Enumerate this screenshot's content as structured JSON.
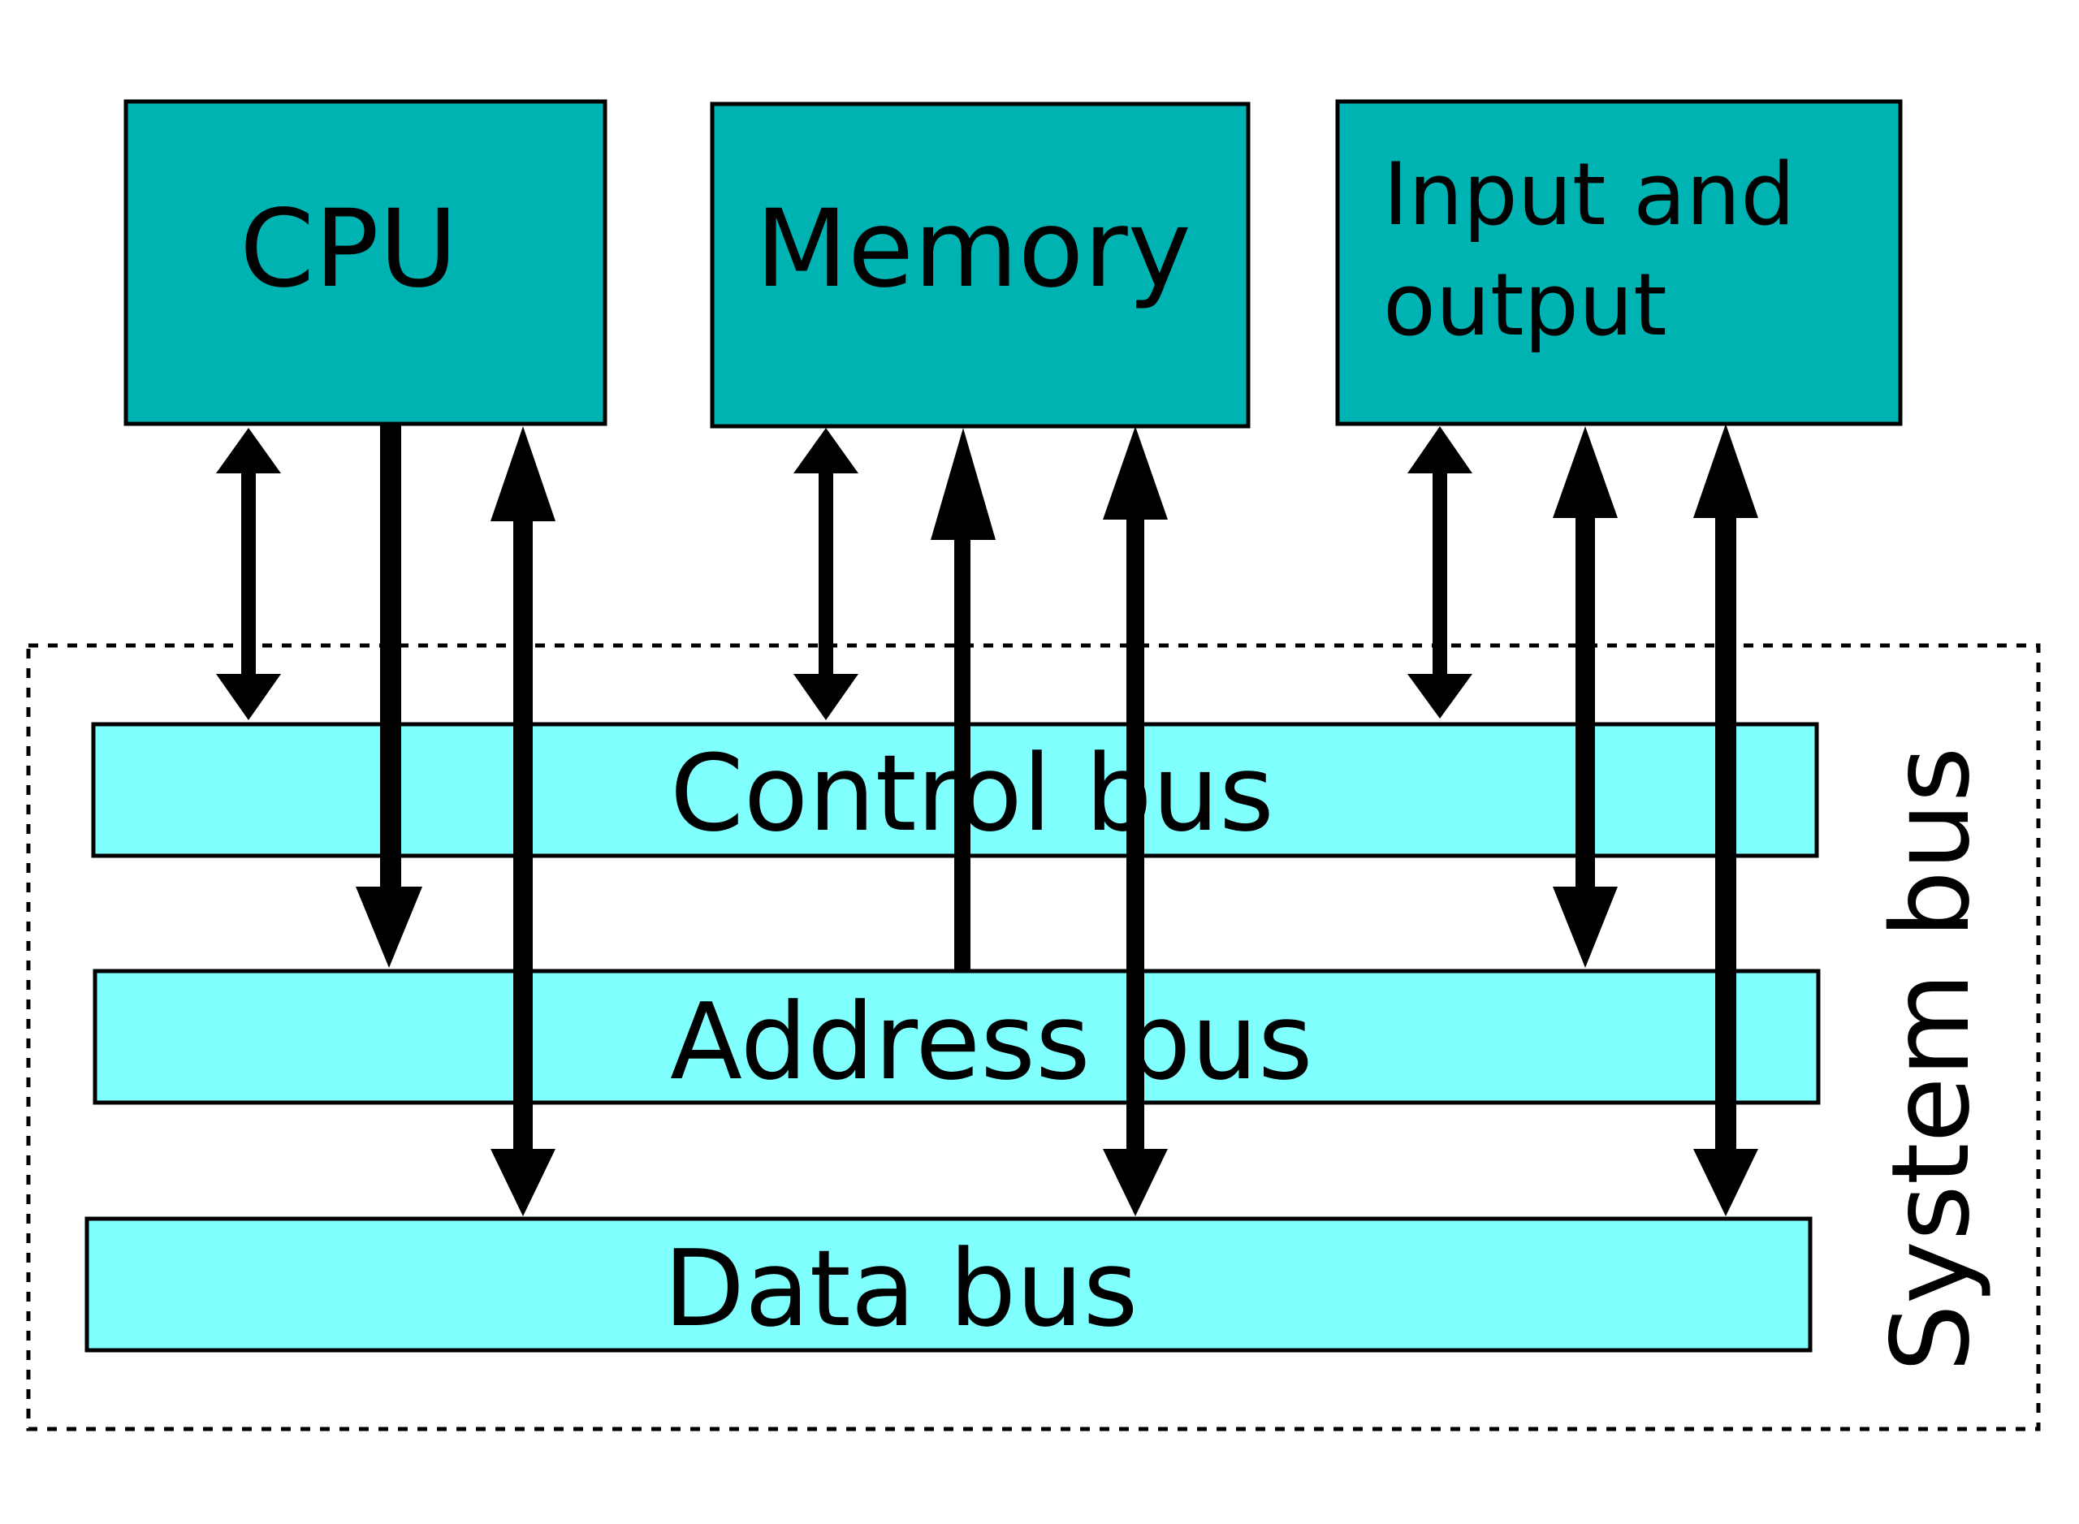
{
  "colors": {
    "component_fill": "#00b3b3",
    "bus_fill": "#80ffff",
    "stroke": "#000000",
    "background": "#ffffff"
  },
  "components": {
    "cpu": "CPU",
    "memory": "Memory",
    "io_line1": "Input and",
    "io_line2": "output"
  },
  "buses": {
    "control": "Control bus",
    "address": "Address bus",
    "data": "Data bus",
    "system": "System bus"
  },
  "connections": [
    {
      "from": "CPU",
      "to": "Control bus",
      "direction": "bidirectional"
    },
    {
      "from": "CPU",
      "to": "Address bus",
      "direction": "to-bus"
    },
    {
      "from": "CPU",
      "to": "Data bus",
      "direction": "bidirectional"
    },
    {
      "from": "Memory",
      "to": "Control bus",
      "direction": "bidirectional"
    },
    {
      "from": "Address bus",
      "to": "Memory",
      "direction": "to-component"
    },
    {
      "from": "Memory",
      "to": "Data bus",
      "direction": "bidirectional"
    },
    {
      "from": "Input and output",
      "to": "Control bus",
      "direction": "bidirectional"
    },
    {
      "from": "Input and output",
      "to": "Address bus",
      "direction": "bidirectional"
    },
    {
      "from": "Input and output",
      "to": "Data bus",
      "direction": "bidirectional"
    }
  ]
}
